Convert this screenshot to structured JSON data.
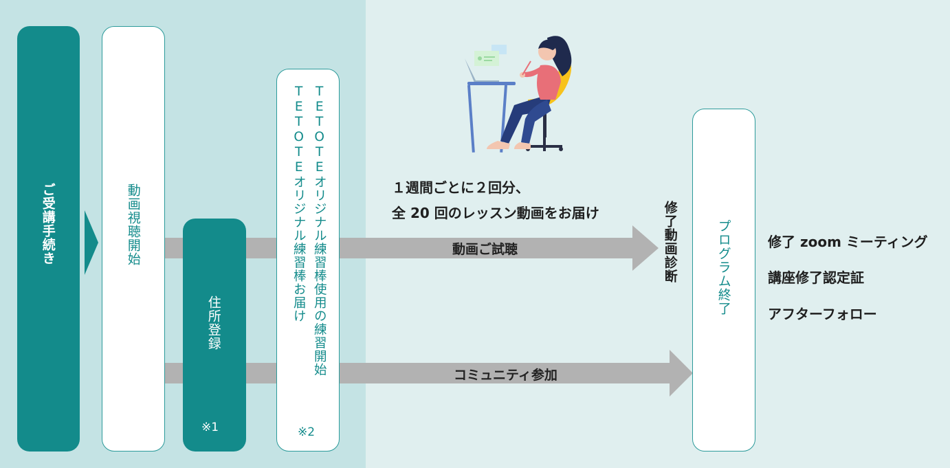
{
  "steps": {
    "application": "ご受講手続き",
    "start_viewing": "動画視聴開始",
    "address": {
      "label": "住所登録",
      "note": "※1"
    },
    "practice": {
      "line1": "TETOTEオリジナル練習棒使用の練習開始",
      "line2": "TETOTEオリジナル練習棒お届け",
      "note": "※2"
    },
    "program_end": "プログラム終了"
  },
  "arrows": {
    "trial": "動画ご試聴",
    "community": "コミュニティ参加"
  },
  "delivery": {
    "line1": "１週間ごとに２回分、",
    "line2": "全 20 回のレッスン動画をお届け"
  },
  "completion_review": "修了動画診断",
  "outcomes": [
    "修了 zoom ミーティング",
    "講座修了認定証",
    "アフターフォロー"
  ],
  "colors": {
    "teal": "#138b8b",
    "arrow_gray": "#b2b2b2",
    "panel": "#c4e3e4",
    "background": "#e0efef"
  },
  "illustration": "woman-studying-at-laptop"
}
